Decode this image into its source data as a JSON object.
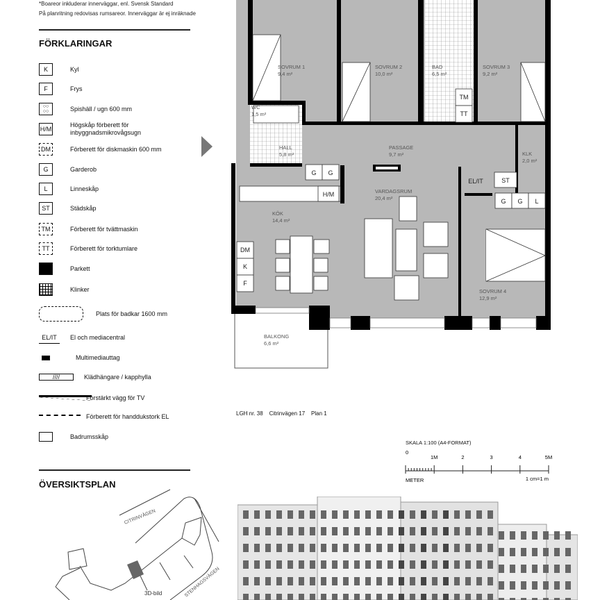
{
  "notes": {
    "line1": "*Boareor inkluderar innerväggar, enl. Svensk Standard",
    "line2": "På planritning redovisas rumsareor. Innerväggar är ej inräknade"
  },
  "legend": {
    "title": "FÖRKLARINGAR",
    "items": [
      {
        "sym": "K",
        "label": "Kyl"
      },
      {
        "sym": "F",
        "label": "Frys"
      },
      {
        "sym": "",
        "label": "Spishäll / ugn 600 mm"
      },
      {
        "sym": "H/M",
        "label": "Högskåp förberett för inbyggnadsmikrovågsugn"
      },
      {
        "sym": "DM",
        "label": "Förberett för diskmaskin 600 mm"
      },
      {
        "sym": "G",
        "label": "Garderob"
      },
      {
        "sym": "L",
        "label": "Linneskåp"
      },
      {
        "sym": "ST",
        "label": "Städskåp"
      },
      {
        "sym": "TM",
        "label": "Förberett för tvättmaskin"
      },
      {
        "sym": "TT",
        "label": "Förberett för torktumlare"
      },
      {
        "sym": "",
        "label": "Parkett"
      },
      {
        "sym": "",
        "label": "Klinker"
      },
      {
        "sym": "",
        "label": "Plats för badkar 1600 mm"
      },
      {
        "sym": "EL/IT",
        "label": "El och mediacentral"
      },
      {
        "sym": "",
        "label": "Multimediauttag"
      },
      {
        "sym": "",
        "label": "Klädhängare / kapphylla"
      },
      {
        "sym": "",
        "label": "Förstärkt vägg för TV"
      },
      {
        "sym": "",
        "label": "Förberett för handdukstork EL"
      },
      {
        "sym": "",
        "label": "Badrumsskåp"
      }
    ]
  },
  "overview": {
    "title": "ÖVERSIKTSPLAN",
    "street1": "CITRINVÄGEN",
    "street2": "STENHAGSVÄGEN",
    "view_label": "3D-bild"
  },
  "plan": {
    "rooms": [
      {
        "name": "SOVRUM 1",
        "area": "9,4 m²"
      },
      {
        "name": "SOVRUM 2",
        "area": "10,0 m²"
      },
      {
        "name": "BAD",
        "area": "6,5 m²"
      },
      {
        "name": "SOVRUM 3",
        "area": "9,2 m²"
      },
      {
        "name": "WC",
        "area": "1,5 m²"
      },
      {
        "name": "HALL",
        "area": "5,8 m²"
      },
      {
        "name": "PASSAGE",
        "area": "9,7 m²"
      },
      {
        "name": "KLK",
        "area": "2,0 m²"
      },
      {
        "name": "VARDAGSRUM",
        "area": "20,4 m²"
      },
      {
        "name": "KÖK",
        "area": "14,4 m²"
      },
      {
        "name": "SOVRUM 4",
        "area": "12,9 m²"
      },
      {
        "name": "BALKONG",
        "area": "6,6 m²"
      }
    ],
    "fixtures": {
      "g": "G",
      "l": "L",
      "hm": "H/M",
      "elit": "EL/IT",
      "st": "ST",
      "tm": "TM",
      "tt": "TT",
      "dm": "DM",
      "k": "K",
      "f": "F"
    },
    "caption": "LGH nr. 38    Citrinvägen 17    Plan 1"
  },
  "scale": {
    "title": "SKALA 1:100 (A4-FORMAT)",
    "ticks": [
      "0",
      "1M",
      "2",
      "3",
      "4",
      "5M"
    ],
    "unit": "METER",
    "ratio": "1 cm=1 m"
  },
  "colors": {
    "floor": "#b8b8b8",
    "wall": "#000000",
    "highlight": "#666666"
  }
}
